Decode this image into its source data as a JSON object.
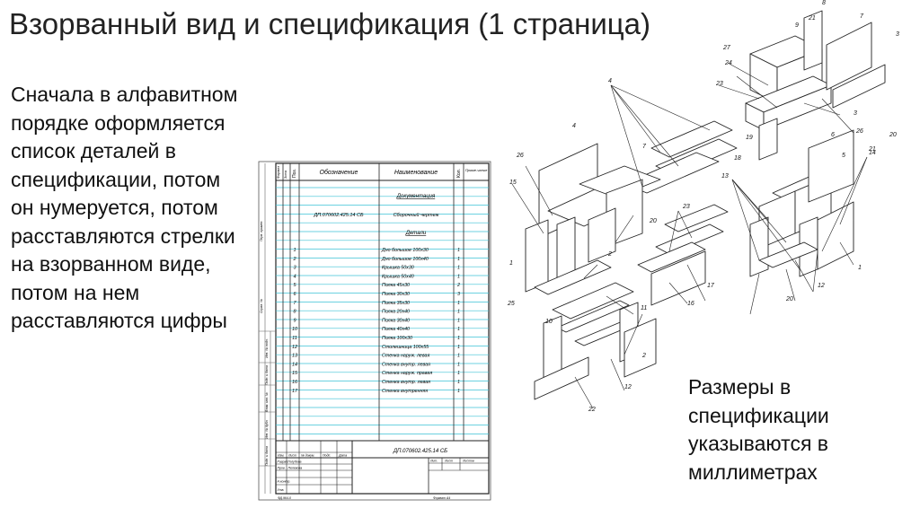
{
  "slide": {
    "title": "Взорванный вид и спецификация (1 страница)",
    "left_text": "Сначала в алфавитном порядке оформляется список деталей в спецификации, потом он нумеруется, потом расставляются стрелки на взорванном виде, потом на нем расставляются цифры",
    "right_text": "Размеры в спецификации указываются в миллиметрах"
  },
  "spec": {
    "headers": {
      "format": "Формат",
      "zone": "Зона",
      "pos": "Поз.",
      "designation": "Обозначение",
      "name": "Наименование",
      "qty": "Кол.",
      "note": "Приме-чание"
    },
    "section_docs": "Документация",
    "doc_row": {
      "designation": "ДП.070602.425.14 СБ",
      "name": "Сборочный чертеж"
    },
    "section_parts": "Детали",
    "parts": [
      {
        "pos": "1",
        "name": "Дно большое 100х30",
        "qty": "1"
      },
      {
        "pos": "2",
        "name": "Дно большое 100х40",
        "qty": "1"
      },
      {
        "pos": "3",
        "name": "Крышка 50х30",
        "qty": "1"
      },
      {
        "pos": "4",
        "name": "Крышка 50х40",
        "qty": "1"
      },
      {
        "pos": "5",
        "name": "Полка 45х30",
        "qty": "2"
      },
      {
        "pos": "6",
        "name": "Полка 30х30",
        "qty": "3"
      },
      {
        "pos": "7",
        "name": "Полка 35х30",
        "qty": "1"
      },
      {
        "pos": "8",
        "name": "Полка 20х40",
        "qty": "1"
      },
      {
        "pos": "9",
        "name": "Полка 30х40",
        "qty": "1"
      },
      {
        "pos": "10",
        "name": "Полка 40х40",
        "qty": "1"
      },
      {
        "pos": "11",
        "name": "Полка 100х30",
        "qty": "1"
      },
      {
        "pos": "12",
        "name": "Столешница 100х55",
        "qty": "1"
      },
      {
        "pos": "13",
        "name": "Стенка наруж. левая",
        "qty": "1"
      },
      {
        "pos": "14",
        "name": "Стенка внутр. левая",
        "qty": "1"
      },
      {
        "pos": "15",
        "name": "Стенка наруж. правая",
        "qty": "1"
      },
      {
        "pos": "16",
        "name": "Стенка внутр. левая",
        "qty": "1"
      },
      {
        "pos": "17",
        "name": "Стенка внутренняя",
        "qty": "1"
      }
    ],
    "stamp": {
      "designation": "ДП.070602.425.14 СБ",
      "row_labels": [
        "Разраб.",
        "Пров.",
        "Н.контр.",
        "Утв."
      ],
      "names": [
        "Голубева",
        "Пелевова"
      ],
      "col_labels": [
        "Изм.",
        "Лист",
        "№ докум.",
        "Подп.",
        "Дата"
      ],
      "sheet_labels": [
        "Лит.",
        "Лист",
        "Листов"
      ],
      "footer_left": "ФД.964-0",
      "footer_right": "Формат А4"
    },
    "side_labels": [
      "Перв. примен.",
      "Справ. №",
      "Подп. и дата",
      "Инв. № дубл.",
      "Взам. инв. №",
      "Подп. и дата",
      "Инв. № подл."
    ]
  },
  "callouts": [
    "1",
    "2",
    "3",
    "4",
    "5",
    "6",
    "7",
    "8",
    "9",
    "10",
    "11",
    "12",
    "13",
    "14",
    "15",
    "16",
    "17",
    "18",
    "19",
    "20",
    "21",
    "22",
    "23",
    "24",
    "25",
    "26",
    "27"
  ]
}
